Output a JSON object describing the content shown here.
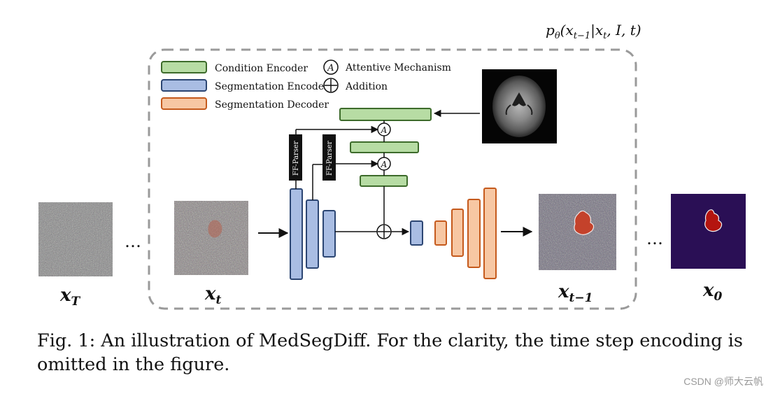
{
  "title_formula": {
    "p": "p",
    "theta": "θ",
    "args": "(x",
    "sub1": "t−1",
    "mid": "|x",
    "sub2": "t",
    "tail": ", I, t)"
  },
  "legend": {
    "condition_encoder": "Condition Encoder",
    "segmentation_encoder": "Segmentation Encoder",
    "segmentation_decoder": "Segmentation Decoder",
    "attentive_symbol": "A",
    "attentive_mechanism": "Attentive Mechanism",
    "addition": "Addition"
  },
  "ff_parser_label": "FF-Parser",
  "ellipsis": "…",
  "images": {
    "xT": {
      "base": "x",
      "sub": "T"
    },
    "xt": {
      "base": "x",
      "sub": "t"
    },
    "xt1": {
      "base": "x",
      "sub": "t−1"
    },
    "x0": {
      "base": "x",
      "sub": "0"
    }
  },
  "colors": {
    "condition_fill": "#b7dca4",
    "condition_stroke": "#3d6b2b",
    "seg_enc_fill": "#a9bde3",
    "seg_enc_stroke": "#2c4673",
    "seg_dec_fill": "#f7c7a3",
    "seg_dec_stroke": "#c55a1d",
    "dashed_border": "#9a9a9a"
  },
  "caption": "Fig. 1: An illustration of MedSegDiff. For the clarity, the time step encoding is omitted in the figure.",
  "watermark": "CSDN @师大云帆"
}
